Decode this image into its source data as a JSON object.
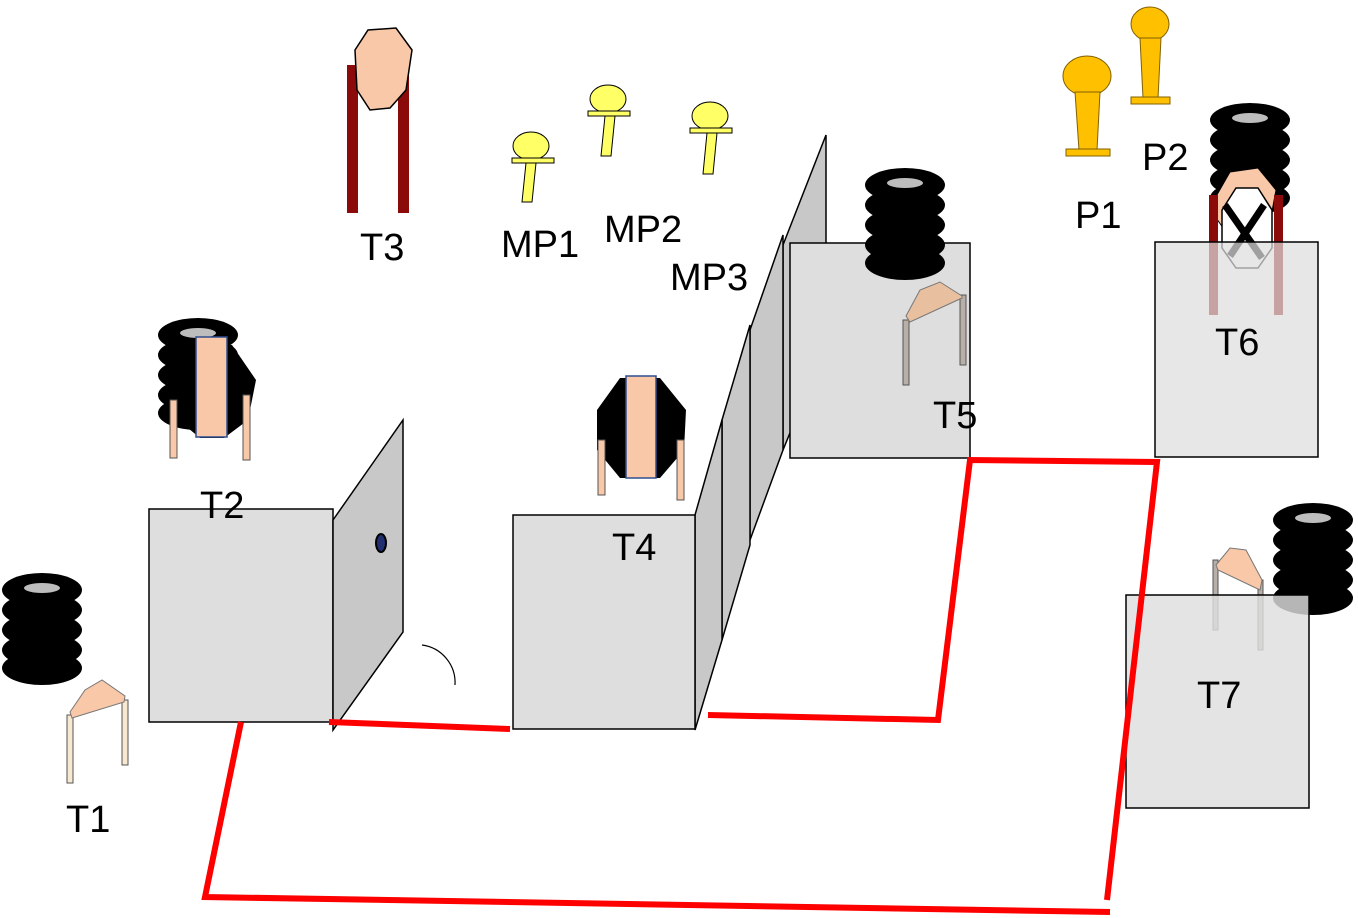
{
  "labels": {
    "t1": "T1",
    "t2": "T2",
    "t3": "T3",
    "t4": "T4",
    "t5": "T5",
    "t6": "T6",
    "t7": "T7",
    "mp1": "MP1",
    "mp2": "MP2",
    "mp3": "MP3",
    "p1": "P1",
    "p2": "P2"
  },
  "colors": {
    "route": "#ff0000",
    "wall": "#dedede",
    "panel": "#c8c8c8",
    "target_face": "#f8c8a8",
    "stand_leg": "#8b0a0a",
    "popper": "#ffc000",
    "mini_popper": "#ffff66",
    "barrel": "#000000"
  },
  "icons": {
    "target": "cardboard-target-icon",
    "barrel_stack": "tire-stack-icon",
    "popper": "popper-icon",
    "mini_popper": "mini-popper-icon",
    "no_shoot": "no-shoot-x-icon"
  }
}
